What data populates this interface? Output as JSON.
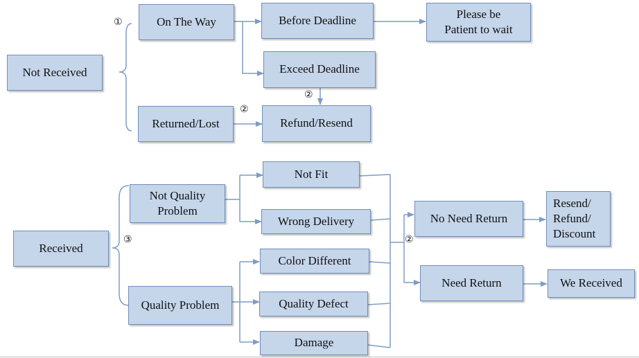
{
  "nodes": {
    "not_received": "Not Received",
    "on_the_way": "On The Way",
    "returned_lost": "Returned/Lost",
    "before_deadline": "Before Deadline",
    "exceed_deadline": "Exceed Deadline",
    "please_wait": "Please be\nPatient to wait",
    "refund_resend": "Refund/Resend",
    "received": "Received",
    "not_quality_problem": "Not Quality\nProblem",
    "quality_problem": "Quality Problem",
    "not_fit": "Not Fit",
    "wrong_delivery": "Wrong Delivery",
    "color_different": "Color Different",
    "quality_defect": "Quality Defect",
    "damage": "Damage",
    "no_need_return": "No Need Return",
    "need_return": "Need Return",
    "resend_refund_discount": "Resend/\nRefund/\nDiscount",
    "we_received": "We Received"
  },
  "markers": {
    "one": "①",
    "two": "②",
    "three": "③"
  },
  "colors": {
    "box_fill": "#c5d5ea",
    "box_border": "#6f8fb8",
    "connector": "#7f9cc4"
  }
}
